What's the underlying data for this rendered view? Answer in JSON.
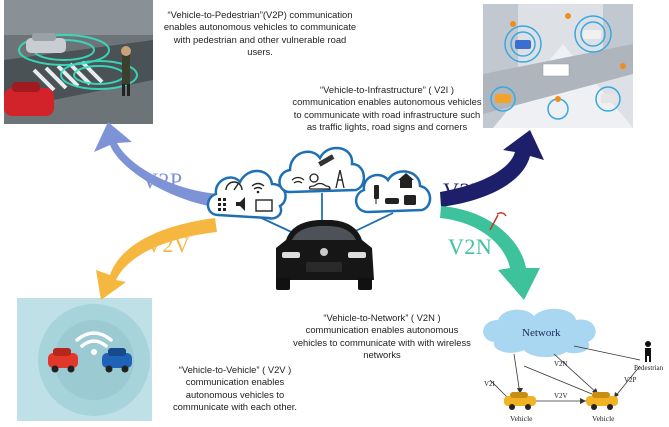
{
  "captions": {
    "v2p": "“Vehicle-to-Pedestrian”(V2P) communication enables autonomous vehicles to communicate with pedestrian and other vulnerable road users.",
    "v2i": "“Vehicle-to-Infrastructure” ( V2I ) communication enables autonomous vehicles to communicate with road infrastructure such as traffic lights, road signs and corners",
    "v2n": "“Vehicle-to-Network” ( V2N ) communication enables autonomous vehicles to communicate with with wireless networks",
    "v2v": "“Vehicle-to-Vehicle” ( V2V ) communication enables autonomous vehicles to communicate with each other."
  },
  "arrow_labels": {
    "v2p": "V2P",
    "v2v": "V2V",
    "v2i": "V2I",
    "v2n": "V2N"
  },
  "network_diagram": {
    "cloud_label": "Network",
    "pedestrian_label": "Pedestrian",
    "vehicle_left_label": "Vehicle",
    "vehicle_right_label": "Vehicle",
    "edge_v2n": "V2N",
    "edge_v2i": "V2I",
    "edge_v2v": "V2V",
    "edge_v2p": "V2P"
  },
  "colors": {
    "v2p_arrow": "#7e93d6",
    "v2v_arrow": "#f5b73f",
    "v2i_arrow": "#1e1f6b",
    "v2n_arrow": "#3ec29b",
    "icon_cloud": "#1f6fb5",
    "network_cloud": "#a9d6f1"
  },
  "icons": [
    "speedometer-icon",
    "wifi-icon",
    "sound-icon",
    "keypad-icon",
    "screen-icon",
    "satellite-icon",
    "weather-icon",
    "cell-tower-icon",
    "house-icon",
    "traffic-light-icon",
    "car-icon",
    "bus-icon",
    "pedestrian-icon"
  ]
}
